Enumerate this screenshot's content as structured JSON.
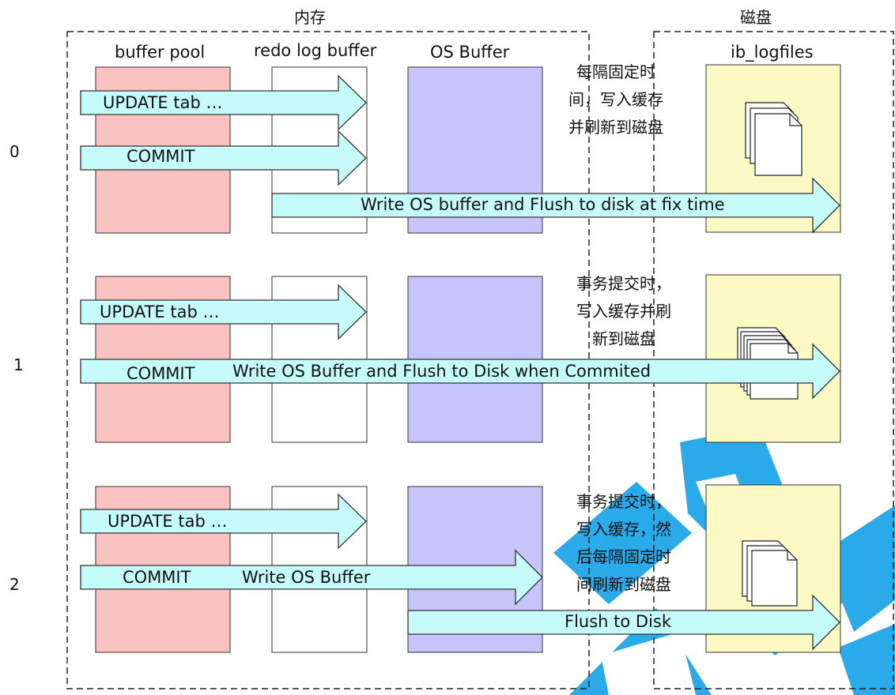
{
  "groups": {
    "memory_label": "内存",
    "disk_label": "磁盘"
  },
  "columns": {
    "buffer_pool": "buffer pool",
    "redo_log_buffer": "redo log buffer",
    "os_buffer": "OS Buffer",
    "ib_logfiles": "ib_logfiles"
  },
  "rows": [
    {
      "num": "0",
      "update": "UPDATE tab …",
      "commit": "COMMIT",
      "flow": "Write OS buffer and Flush to disk at fix time",
      "note": "每隔固定时\n间，写入缓存\n并刷新到磁盘"
    },
    {
      "num": "1",
      "update": "UPDATE tab …",
      "commit": "COMMIT",
      "flow": "Write OS Buffer and Flush to Disk when Commited",
      "note": "事务提交时，\n写入缓存并刷\n新到磁盘"
    },
    {
      "num": "2",
      "update": "UPDATE tab …",
      "commit": "COMMIT",
      "flow": "Write OS Buffer",
      "flow2": "Flush to Disk",
      "note": "事务提交时，\n写入缓存，然\n后每隔固定时\n间刷新到磁盘"
    }
  ],
  "colors": {
    "buffer_pool": "#fbc2c2",
    "os_buffer": "#c7c4fb",
    "log_file": "#fbf9c4",
    "arrow_fill": "#c5fbf9",
    "watermark": "#1aa3e8"
  }
}
